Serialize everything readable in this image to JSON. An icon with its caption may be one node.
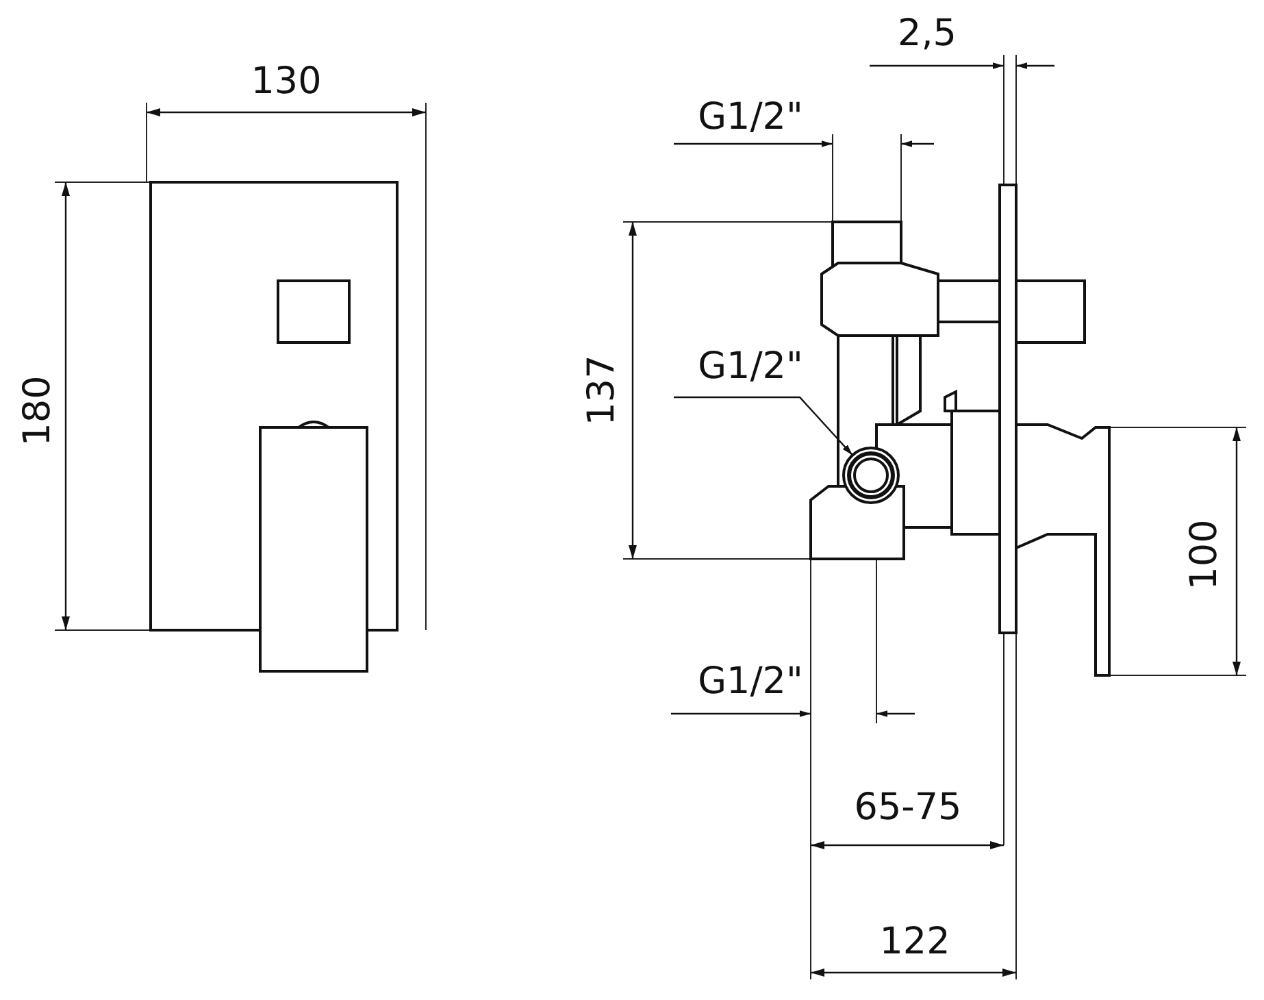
{
  "diagram": {
    "nodes": [
      {
        "text": [
          "G1/2\""
        ]
      },
      {
        "text": [],
        "shape": "circle"
      }
    ],
    "edges": [
      {
        "from": 0,
        "to": 1,
        "arrow": "to"
      }
    ],
    "labels": [
      "130",
      "2,5",
      "G1/2\"",
      "180",
      "137",
      "100",
      "G1/2\"",
      "65-75",
      "122"
    ]
  }
}
